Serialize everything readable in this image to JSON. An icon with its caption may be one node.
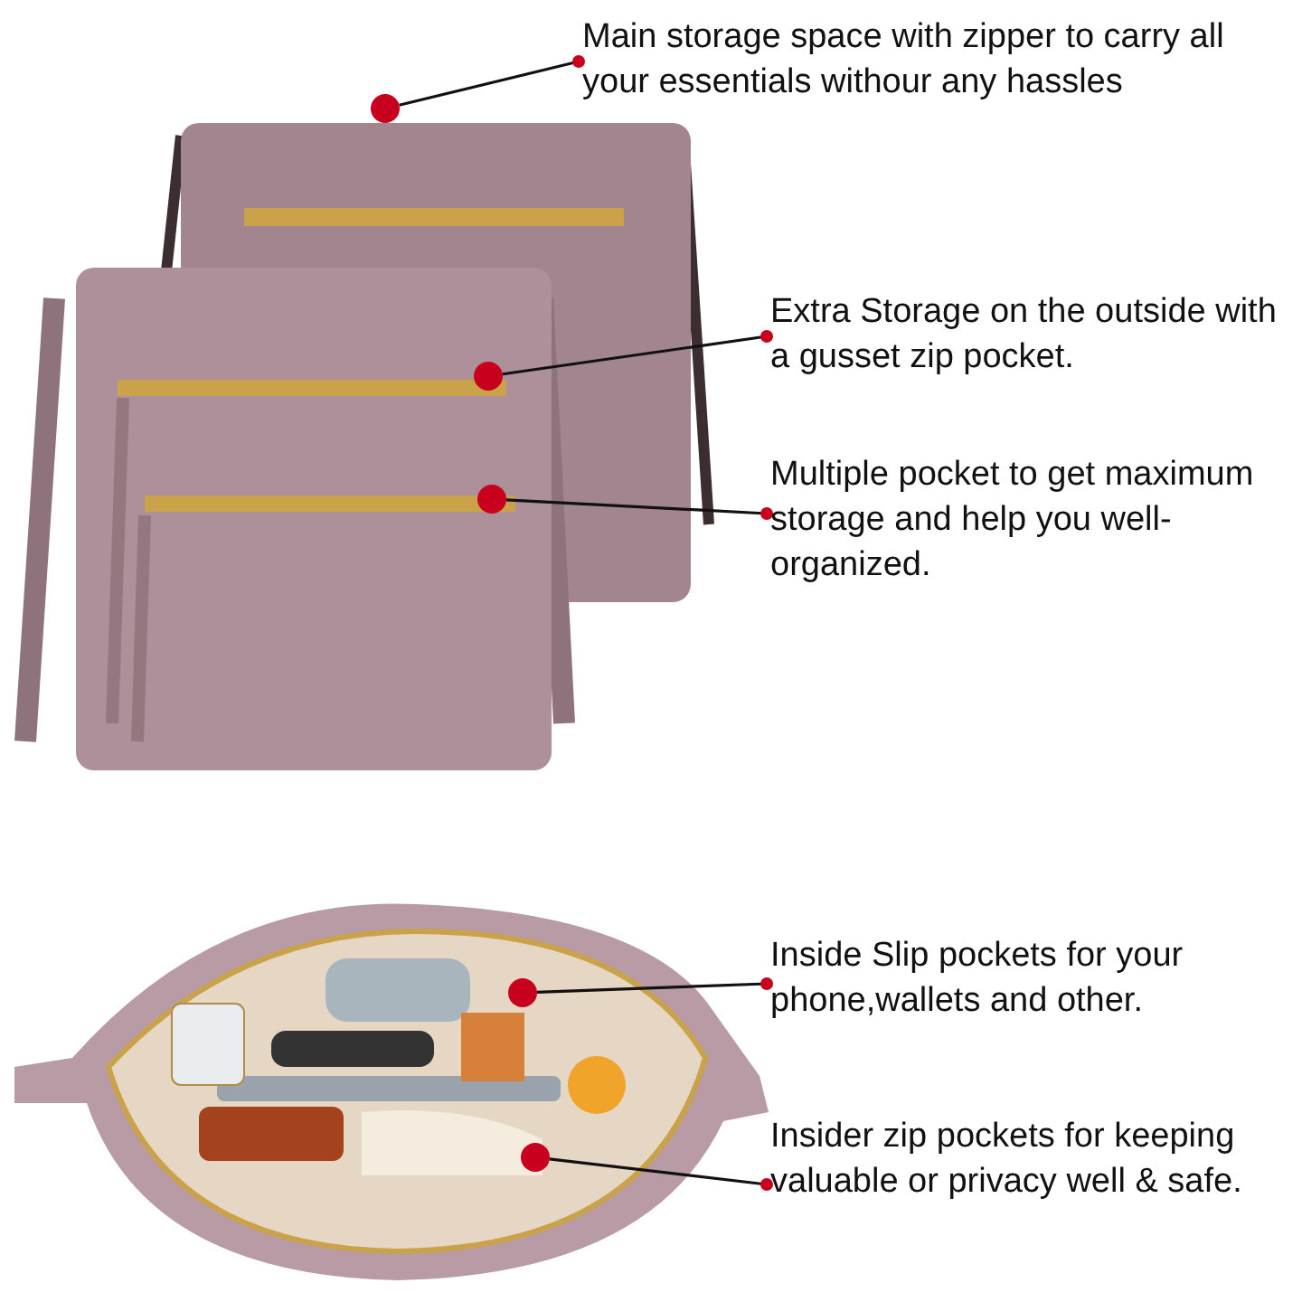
{
  "diagram": {
    "nodes": [
      {
        "text": [
          "Main storage space with zipper to carry all your essentials withour any hassles"
        ]
      },
      {
        "text": [],
        "shape": "circle"
      },
      {
        "text": [
          "Extra Storage on the outside with a gusset zip pocket."
        ]
      },
      {
        "text": [],
        "shape": "circle"
      },
      {
        "text": [
          "Multiple pocket to get maximum storage and help you well-organized."
        ]
      },
      {
        "text": [],
        "shape": "circle"
      },
      {
        "text": [
          "Inside Slip pockets for your phone,wallets and other."
        ]
      },
      {
        "text": [],
        "shape": "circle"
      },
      {
        "text": [
          "Insider zip pockets for keeping valuable or privacy well & safe."
        ]
      },
      {
        "text": [],
        "shape": "circle"
      }
    ],
    "edges": [
      {
        "from": 0,
        "to": 1,
        "arrow": "other"
      },
      {
        "from": 2,
        "to": 3,
        "arrow": "other"
      },
      {
        "from": 4,
        "to": 5,
        "arrow": "other"
      },
      {
        "from": 6,
        "to": 7,
        "arrow": "other"
      },
      {
        "from": 8,
        "to": 9,
        "arrow": "other"
      }
    ]
  }
}
